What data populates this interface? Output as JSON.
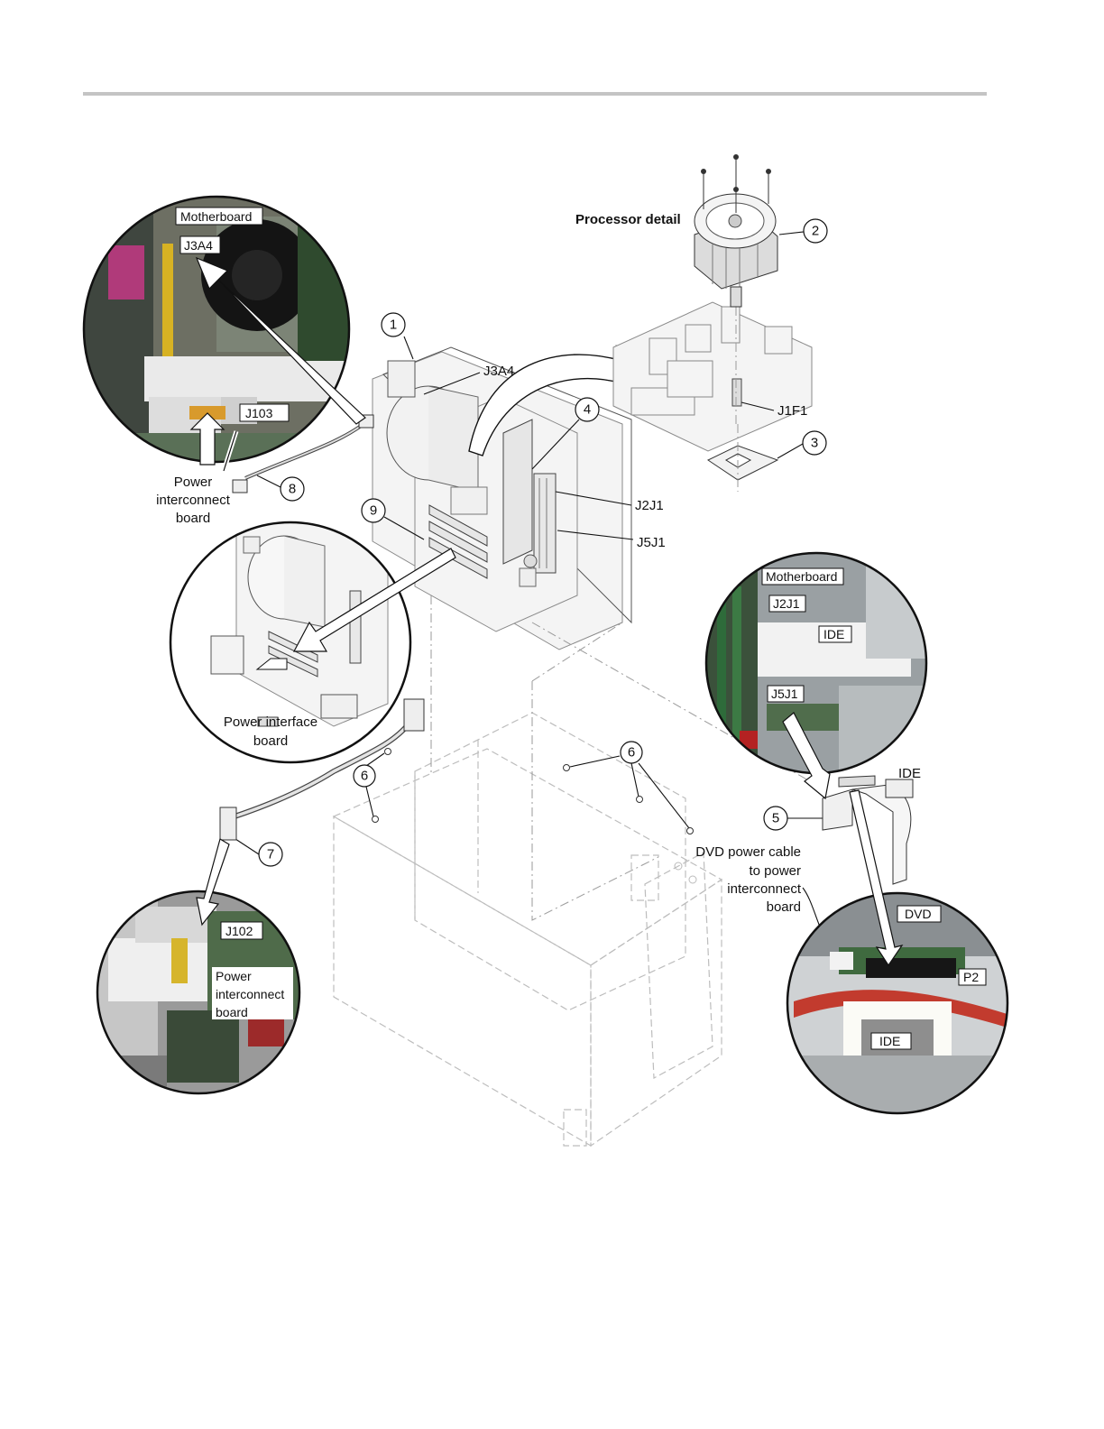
{
  "processor_detail": {
    "title": "Processor detail"
  },
  "callouts": [
    "1",
    "2",
    "3",
    "4",
    "5",
    "6",
    "6",
    "7",
    "8",
    "9"
  ],
  "connectors": {
    "j3a4": "J3A4",
    "j1f1": "J1F1",
    "j2j1": "J2J1",
    "j5j1": "J5J1",
    "ide": "IDE"
  },
  "inset_top_left": {
    "motherboard": "Motherboard",
    "j3a4": "J3A4",
    "j103": "J103",
    "caption_line1": "Power",
    "caption_line2": "interconnect",
    "caption_line3": "board"
  },
  "inset_mid_left": {
    "caption_line1": "Power interface",
    "caption_line2": "board"
  },
  "inset_right": {
    "motherboard": "Motherboard",
    "j2j1": "J2J1",
    "ide": "IDE",
    "j5j1": "J5J1"
  },
  "inset_bottom_left": {
    "j102": "J102",
    "caption_line1": "Power",
    "caption_line2": "interconnect",
    "caption_line3": "board"
  },
  "dvd_note": {
    "line1": "DVD power cable",
    "line2": "to power",
    "line3": "interconnect",
    "line4": "board"
  },
  "inset_bottom_right": {
    "dvd": "DVD",
    "p2": "P2",
    "ide": "IDE"
  }
}
